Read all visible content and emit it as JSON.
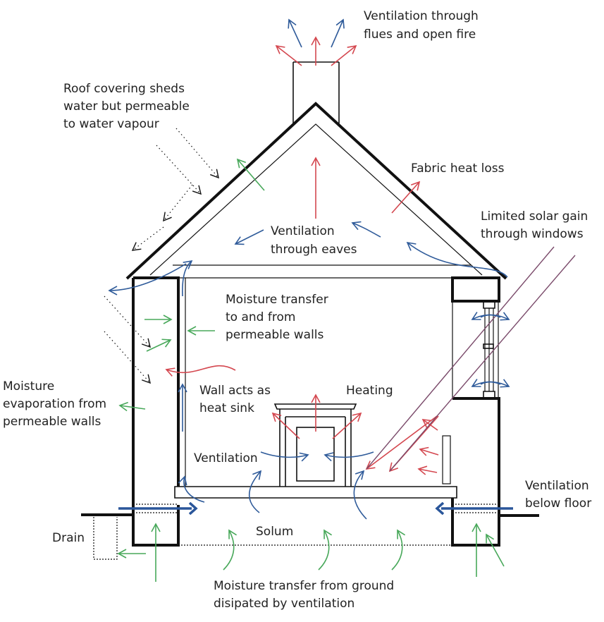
{
  "diagram": {
    "title": "Heat, moisture and ventilation in a traditional building",
    "labels": {
      "flues": [
        "Ventilation through",
        "flues and open fire"
      ],
      "roof": [
        "Roof covering sheds",
        "water but permeable",
        "to water vapour"
      ],
      "fabric": [
        "Fabric heat loss"
      ],
      "solar": [
        "Limited solar gain",
        "through windows"
      ],
      "eaves": [
        "Ventilation",
        "through eaves"
      ],
      "walls_transfer": [
        "Moisture transfer",
        "to and from",
        "permeable walls"
      ],
      "evaporation": [
        "Moisture",
        "evaporation from",
        "permeable walls"
      ],
      "heat_sink": [
        "Wall acts as",
        "heat sink"
      ],
      "heating": [
        "Heating"
      ],
      "ventilation": [
        "Ventilation"
      ],
      "below_floor": [
        "Ventilation",
        "below floor"
      ],
      "drain": [
        "Drain"
      ],
      "solum": [
        "Solum"
      ],
      "ground": [
        "Moisture transfer from ground",
        "disipated by ventilation"
      ]
    },
    "legend_colors": {
      "heat": "#d4474f",
      "air_movement": "#2f5b9a",
      "moisture": "#48a85a",
      "rain": "#111111",
      "solar": "#6a4a7a"
    }
  }
}
